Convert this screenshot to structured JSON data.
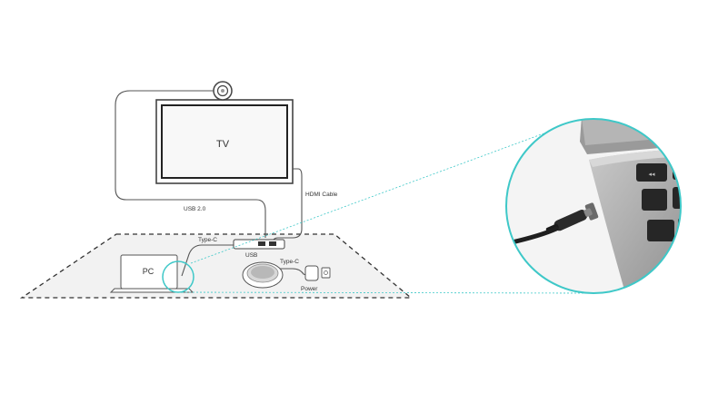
{
  "labels": {
    "tv": "TV",
    "hdmi_cable": "HDMI Cable",
    "usb_20": "USB 2.0",
    "type_c_top": "Type-C",
    "pc": "PC",
    "usb": "USB",
    "type_c_right": "Type-C",
    "power": "Power"
  },
  "colors": {
    "line": "#555555",
    "table_edge": "#333333",
    "table_fill": "#f2f2f2",
    "accent": "#3ec8c8",
    "tv_screen": "#f8f8f8"
  },
  "icons": [
    "camera-icon",
    "speakerphone-icon",
    "power-adapter-icon",
    "laptop-icon",
    "hub-icon"
  ]
}
